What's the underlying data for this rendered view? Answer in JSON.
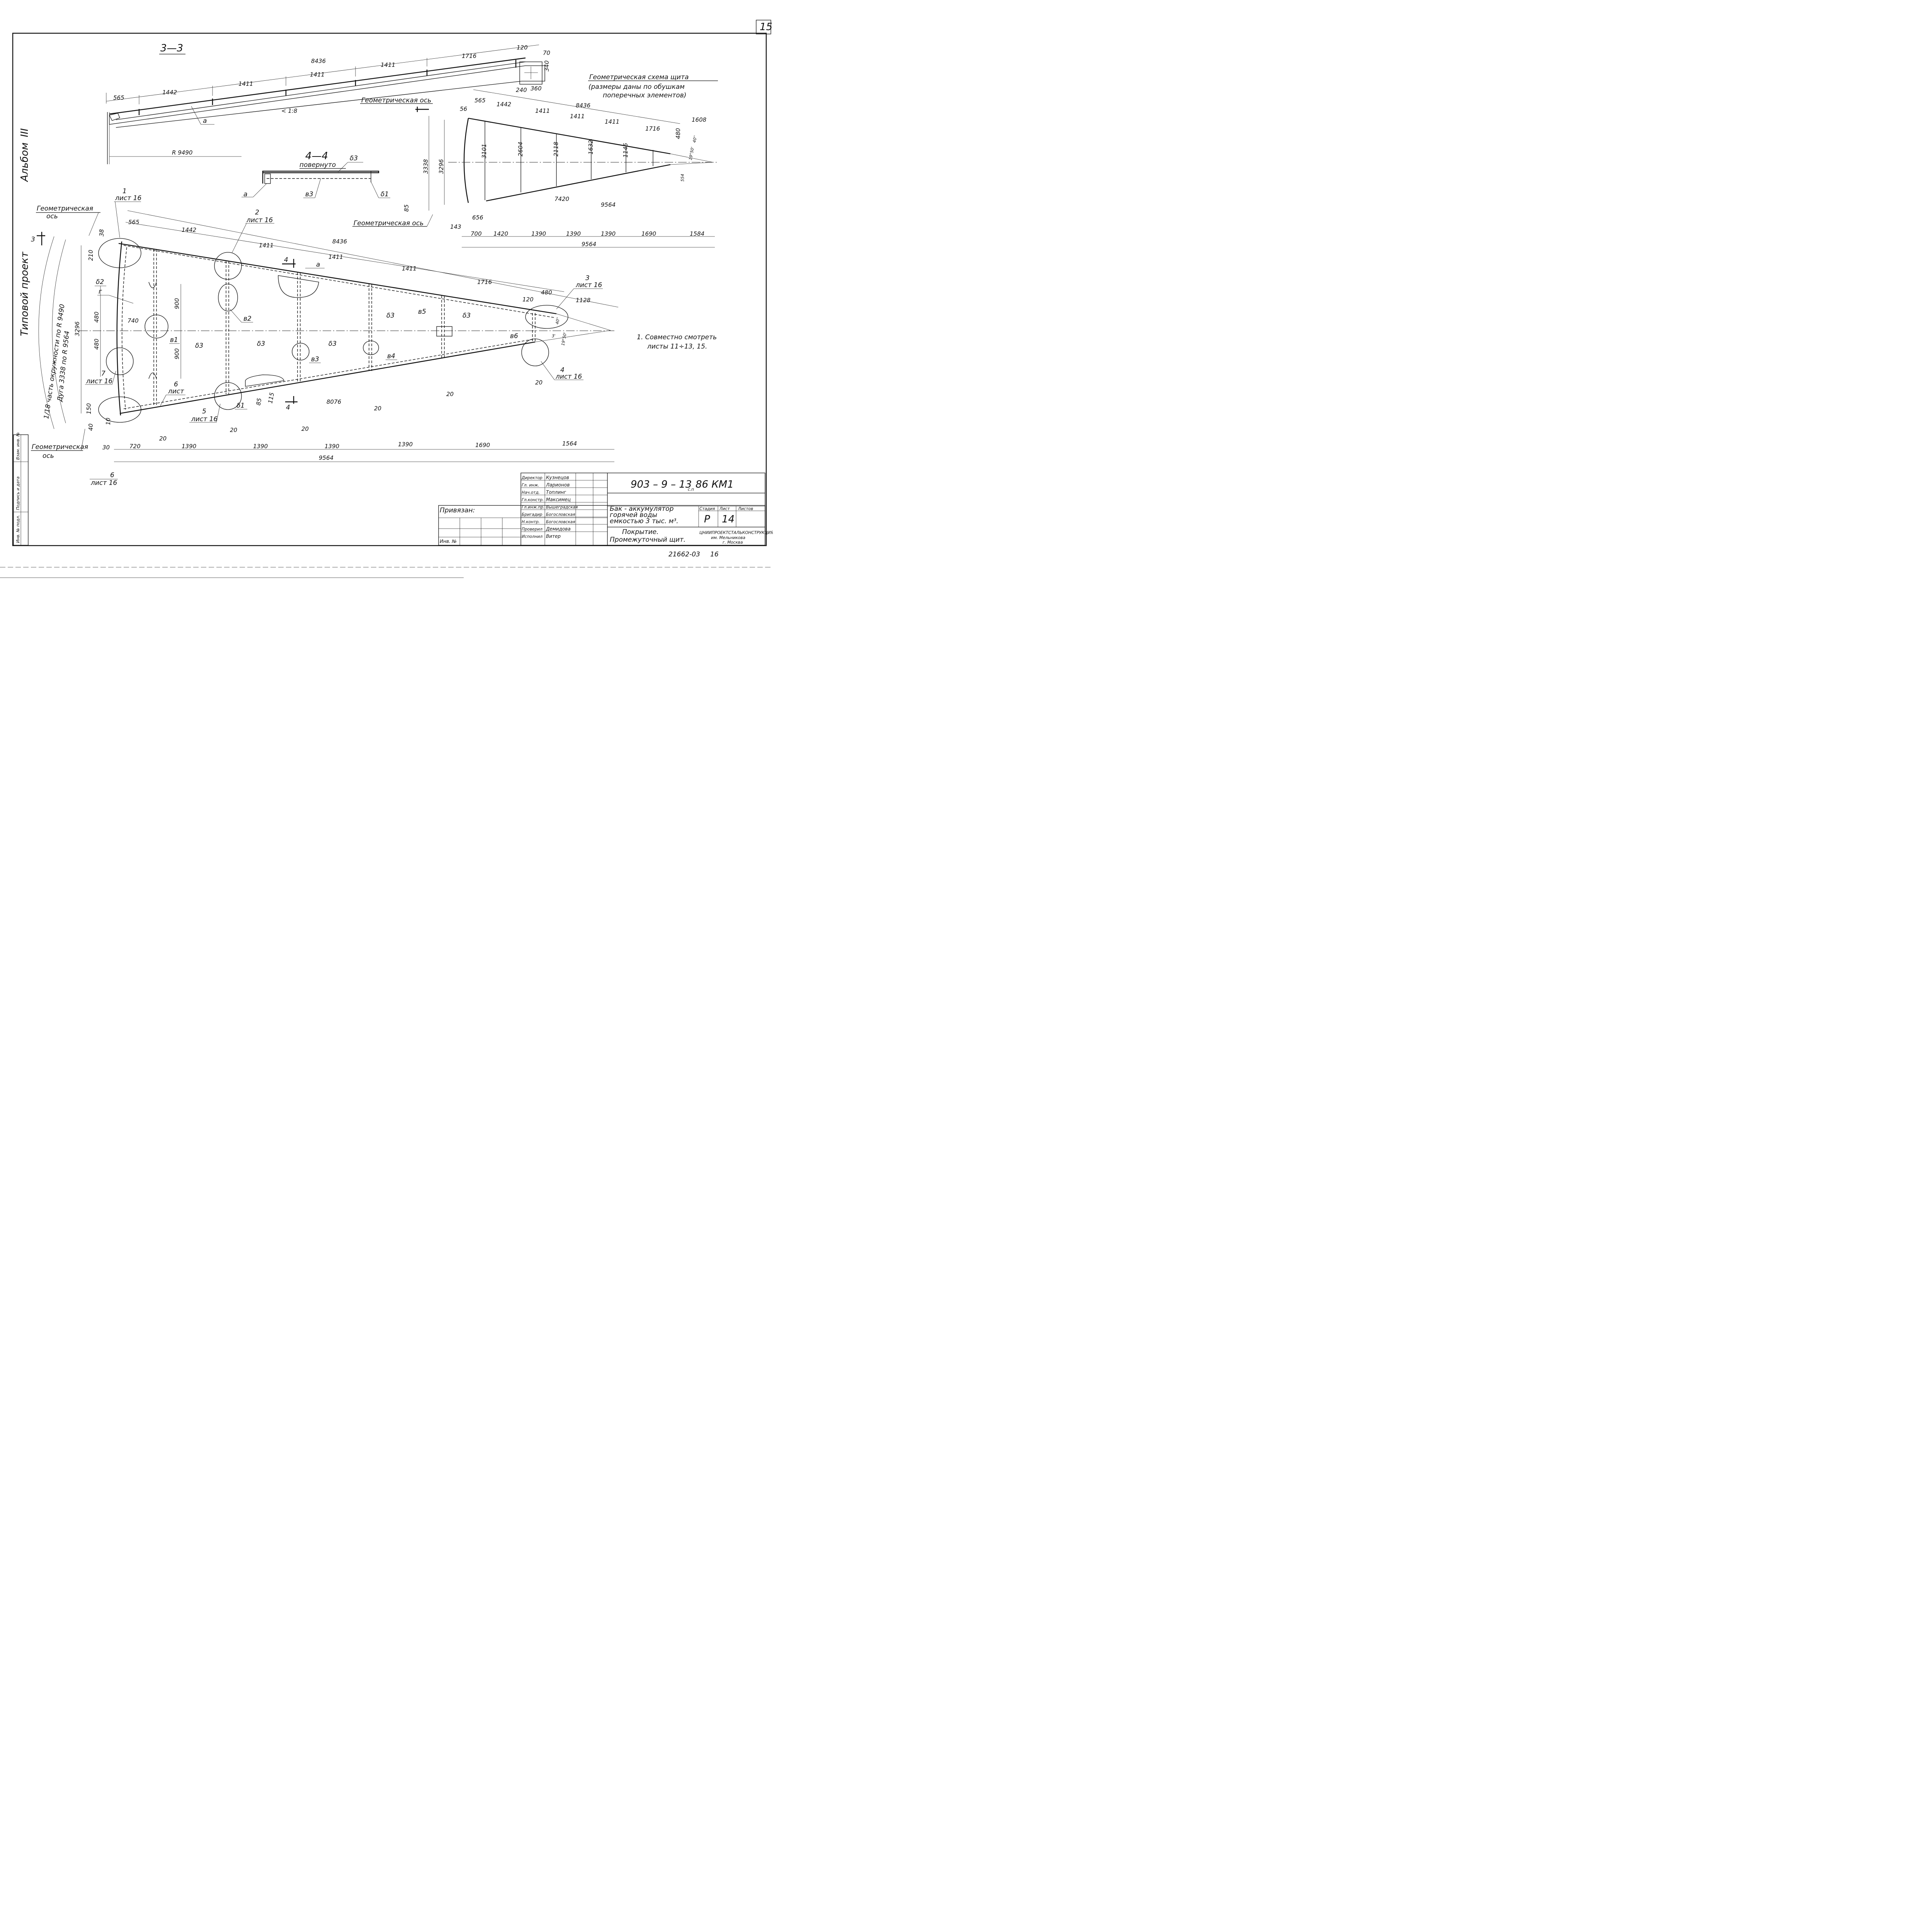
{
  "sheet": {
    "corner_number": "15",
    "bottom_code": "21662-03",
    "bottom_sheet": "16",
    "side_album": "Альбом",
    "side_album_no": "III",
    "side_project": "Типовой   проект"
  },
  "section33": {
    "title": "3—3",
    "dims": [
      "8436",
      "1716",
      "120",
      "70",
      "340",
      "1411",
      "1411",
      "1411",
      "1442",
      "565",
      "240",
      "360",
      "< 1:8",
      "R 9490"
    ],
    "label_a": "а"
  },
  "section44": {
    "title": "4—4",
    "subtitle": "повернуто",
    "labels": [
      "δ3",
      "а",
      "в3",
      "δ1"
    ]
  },
  "scheme": {
    "title": "Геометрическая   схема   щита",
    "subtitle1": "(размеры даны по обушкам",
    "subtitle2": "поперечных   элементов)",
    "axis_top": "Геометрическая ось",
    "axis_bottom": "Геометрическая ось",
    "dims_top": [
      "56",
      "565",
      "1442",
      "8436",
      "1411",
      "1411",
      "1411",
      "1716",
      "1608",
      "480"
    ],
    "dims_vert": [
      "3338",
      "3296",
      "3101",
      "2604",
      "2118",
      "1632",
      "1145",
      "85",
      "143"
    ],
    "dims_bottom": [
      "656",
      "700",
      "1420",
      "1390",
      "1390",
      "1390",
      "1690",
      "1584",
      "9564",
      "7420",
      "9564"
    ],
    "angles": [
      "19°50'",
      "40''",
      "554"
    ]
  },
  "main": {
    "axis_left_top": "Геометрическая",
    "axis_left_top2": "ось",
    "axis_left_bottom": "Геометрическая",
    "axis_left_bottom2": "ось",
    "section_mark": "3",
    "arc1": "1/18  часть  окружности  по  R 9490",
    "arc2": "Дуга  3338  по  R 9564",
    "dims_top": [
      "565",
      "1442",
      "1411",
      "8436",
      "1411",
      "1411",
      "1716",
      "480",
      "120",
      "1128",
      "38",
      "210"
    ],
    "dims_left": [
      "3296",
      "480",
      "480",
      "740",
      "900",
      "900",
      "150",
      "40",
      "10",
      "30"
    ],
    "dims_bottom": [
      "720",
      "1390",
      "1390",
      "1390",
      "1390",
      "1690",
      "1564",
      "9564",
      "8076",
      "20"
    ],
    "callouts": [
      {
        "n": "1",
        "s": "лист 16"
      },
      {
        "n": "2",
        "s": "лист 16"
      },
      {
        "n": "3",
        "s": "лист 16"
      },
      {
        "n": "4",
        "s": "лист 16"
      },
      {
        "n": "5",
        "s": "лист 16"
      },
      {
        "n": "6",
        "s": "лист"
      },
      {
        "n": "7",
        "s": "лист 16"
      },
      {
        "n": "6",
        "s": "лист 16"
      }
    ],
    "parts": [
      "δ2",
      "г",
      "в2",
      "в1",
      "δ3",
      "δ3",
      "δ3",
      "в3",
      "в4",
      "δ3",
      "в5",
      "δ3",
      "в6",
      "δ1",
      "а",
      "85",
      "115"
    ],
    "angle_marks": [
      "19°50'",
      "40''",
      "3'"
    ],
    "section4": "4"
  },
  "note": {
    "line1": "1. Совместно   смотреть",
    "line2": "листы  11÷13, 15."
  },
  "title_block": {
    "doc_code": "903 – 9 – 13",
    "doc_code_sub": "с.п",
    "doc_code_tail": "86 КМ1",
    "privyazan": "Привязан:",
    "inv": "Инв. №",
    "roles": [
      "Директор",
      "Гл. инж.",
      "Нач.отд.",
      "Гл.констр.",
      "Гл.инж.пр.",
      "Бригадир",
      "Н.контр.",
      "Проверил",
      "Исполнил"
    ],
    "names": [
      "Кузнецов",
      "Ларионов",
      "Топлинг",
      "Максимец",
      "Вышеградская",
      "Богословская",
      "Богословская",
      "Демидова",
      "Витер"
    ],
    "desc1": "Бак - аккумулятор",
    "desc2": "горячей  воды",
    "desc3": "емкостью  3 тыс. м³.",
    "subject1": "Покрытие.",
    "subject2": "Промежуточный  щит.",
    "stage_h": "Стадия",
    "sheet_h": "Лист",
    "sheets_h": "Листов",
    "stage": "Р",
    "sheet_no": "14",
    "org1": "ЦНИИПРОЕКТСТАЛЬКОНСТРУКЦИЯ",
    "org2": "им. Мельникова",
    "org3": "г. Москва",
    "side_stamp": [
      "Инв. № подл.",
      "Подпись и дата",
      "Взам. инв. №"
    ]
  }
}
